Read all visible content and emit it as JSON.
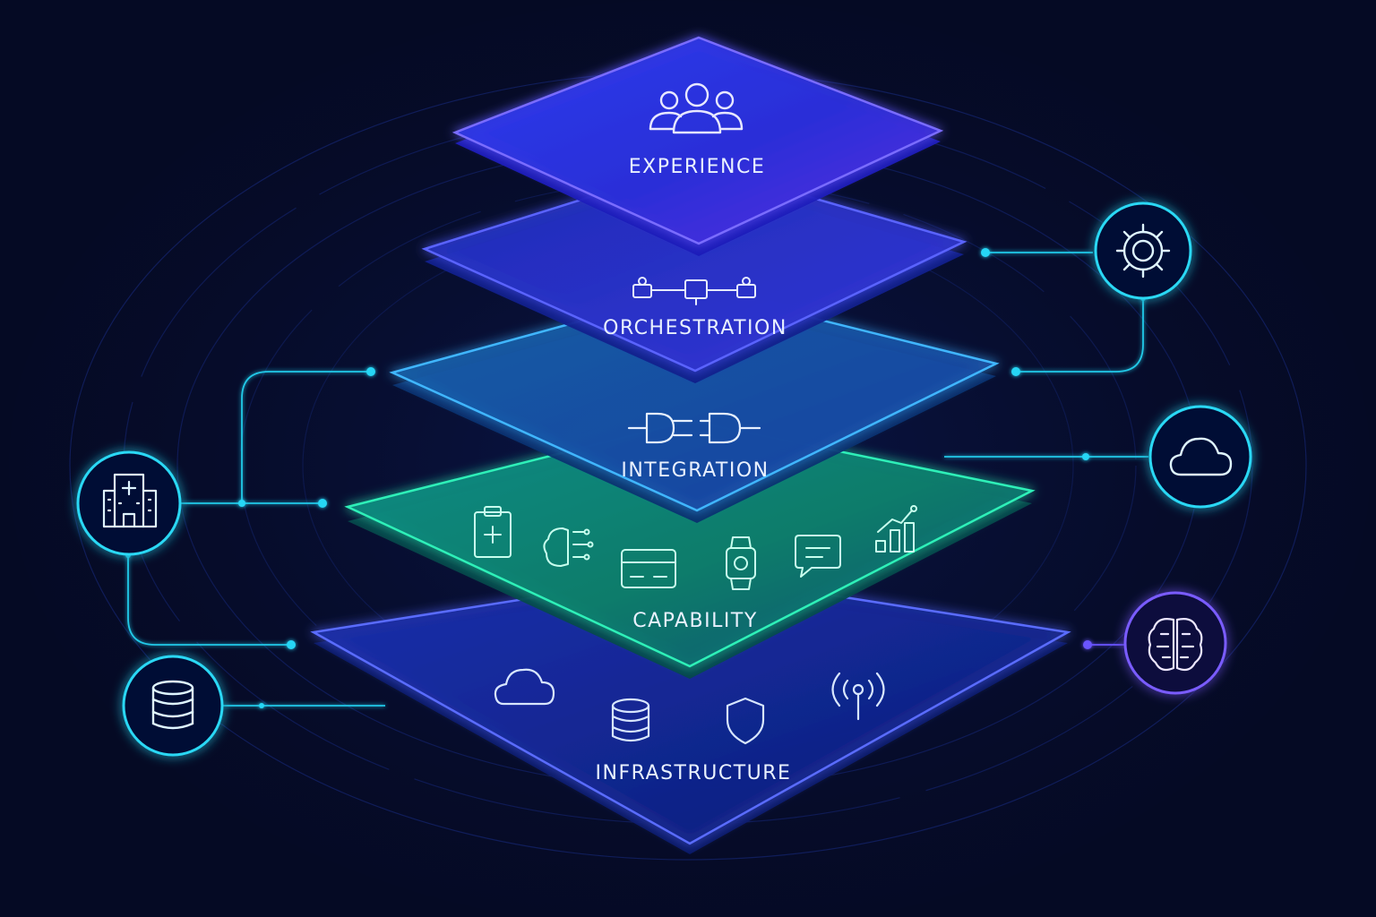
{
  "layers": [
    {
      "id": "experience",
      "label": "EXPERIENCE",
      "color": "#4a3cff",
      "icons": [
        "users-group-icon"
      ]
    },
    {
      "id": "orchestration",
      "label": "ORCHESTRATION",
      "color": "#3a44ee",
      "icons": [
        "workflow-nodes-icon"
      ]
    },
    {
      "id": "integration",
      "label": "INTEGRATION",
      "color": "#2e7fe0",
      "icons": [
        "plug-connector-icon"
      ]
    },
    {
      "id": "capability",
      "label": "CAPABILITY",
      "color": "#1fd5a4",
      "icons": [
        "clipboard-medical-icon",
        "ai-brain-icon",
        "credit-card-icon",
        "smartwatch-icon",
        "chat-bubble-icon",
        "growth-chart-icon"
      ]
    },
    {
      "id": "infrastructure",
      "label": "INFRASTRUCTURE",
      "color": "#2f44e6",
      "icons": [
        "cloud-icon",
        "database-icon",
        "shield-icon",
        "signal-tower-icon"
      ]
    }
  ],
  "nodes": [
    {
      "id": "gear",
      "icon": "gear-icon"
    },
    {
      "id": "cloud",
      "icon": "cloud-icon"
    },
    {
      "id": "brain",
      "icon": "brain-icon"
    },
    {
      "id": "hospital",
      "icon": "hospital-icon"
    },
    {
      "id": "database",
      "icon": "database-icon"
    }
  ],
  "colors": {
    "background": "#050a24",
    "accent_cyan": "#28d6f5",
    "accent_violet": "#8a4dff",
    "accent_green": "#1fe0a0"
  }
}
